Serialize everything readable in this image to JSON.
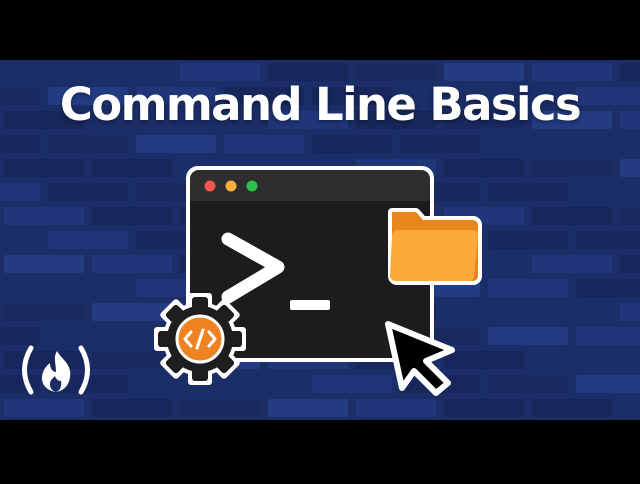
{
  "title": "Command Line Basics",
  "icons": {
    "window_buttons": [
      "close",
      "minimize",
      "maximize"
    ],
    "prompt": "terminal-prompt-icon",
    "folder": "folder-icon",
    "gear": "gear-code-icon",
    "cursor": "mouse-cursor-icon",
    "logo": "freecodecamp-logo"
  },
  "colors": {
    "background": "#1b2e68",
    "brick_light": "#263e86",
    "brick_dark": "#172658",
    "terminal_bg": "#1c1c1e",
    "terminal_titlebar": "#2e2e30",
    "close_dot": "#f2574e",
    "minimize_dot": "#f6b13c",
    "maximize_dot": "#2fbf4a",
    "folder": "#fb9b2a",
    "gear": "#1e1e20",
    "gear_center": "#f08321",
    "title_text": "#ffffff"
  }
}
